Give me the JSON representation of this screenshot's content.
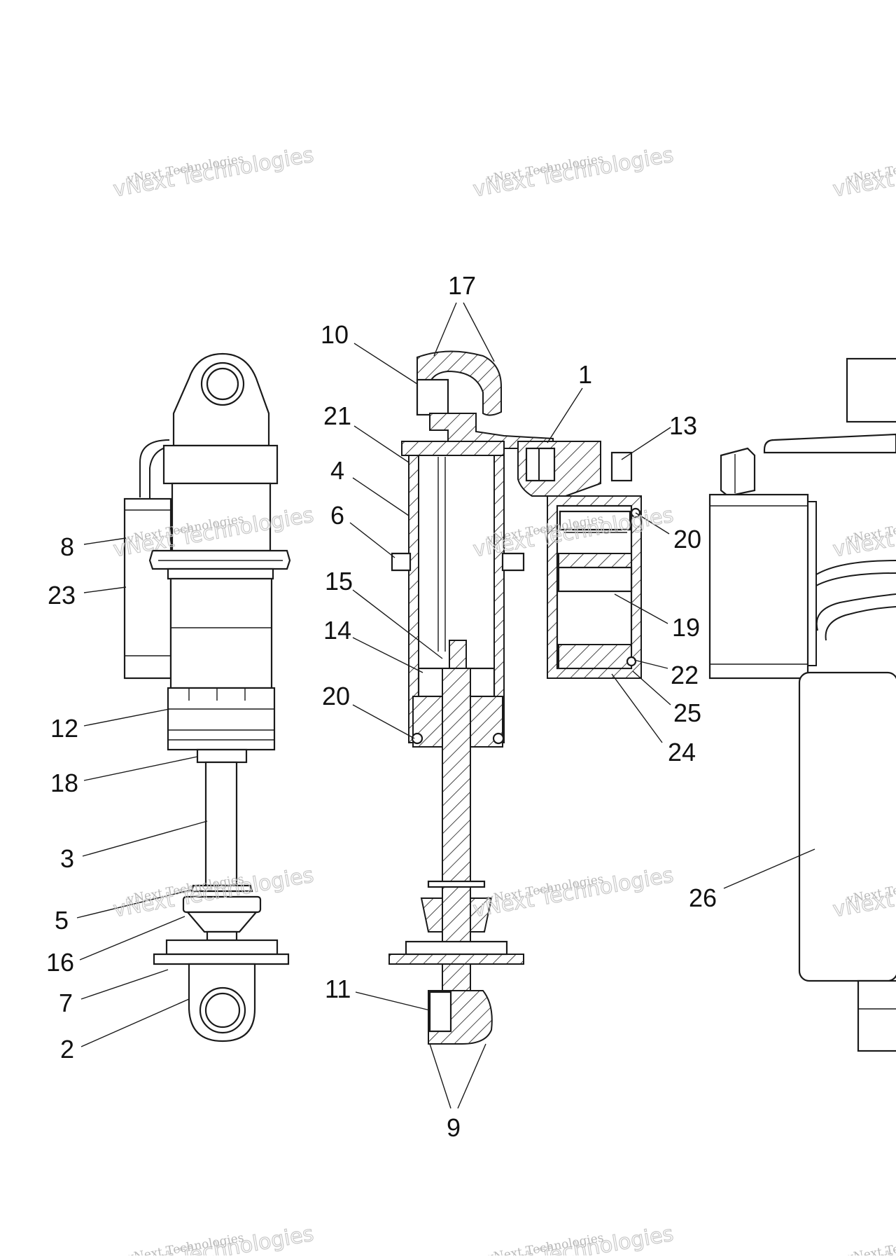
{
  "diagram": {
    "watermark_lines": [
      "vNext Technologies",
      "vNext Technologies"
    ],
    "callouts": [
      "1",
      "2",
      "3",
      "4",
      "5",
      "6",
      "7",
      "8",
      "9",
      "10",
      "11",
      "12",
      "13",
      "14",
      "15",
      "16",
      "17",
      "18",
      "19",
      "20",
      "20",
      "21",
      "22",
      "23",
      "24",
      "25",
      "26"
    ]
  }
}
